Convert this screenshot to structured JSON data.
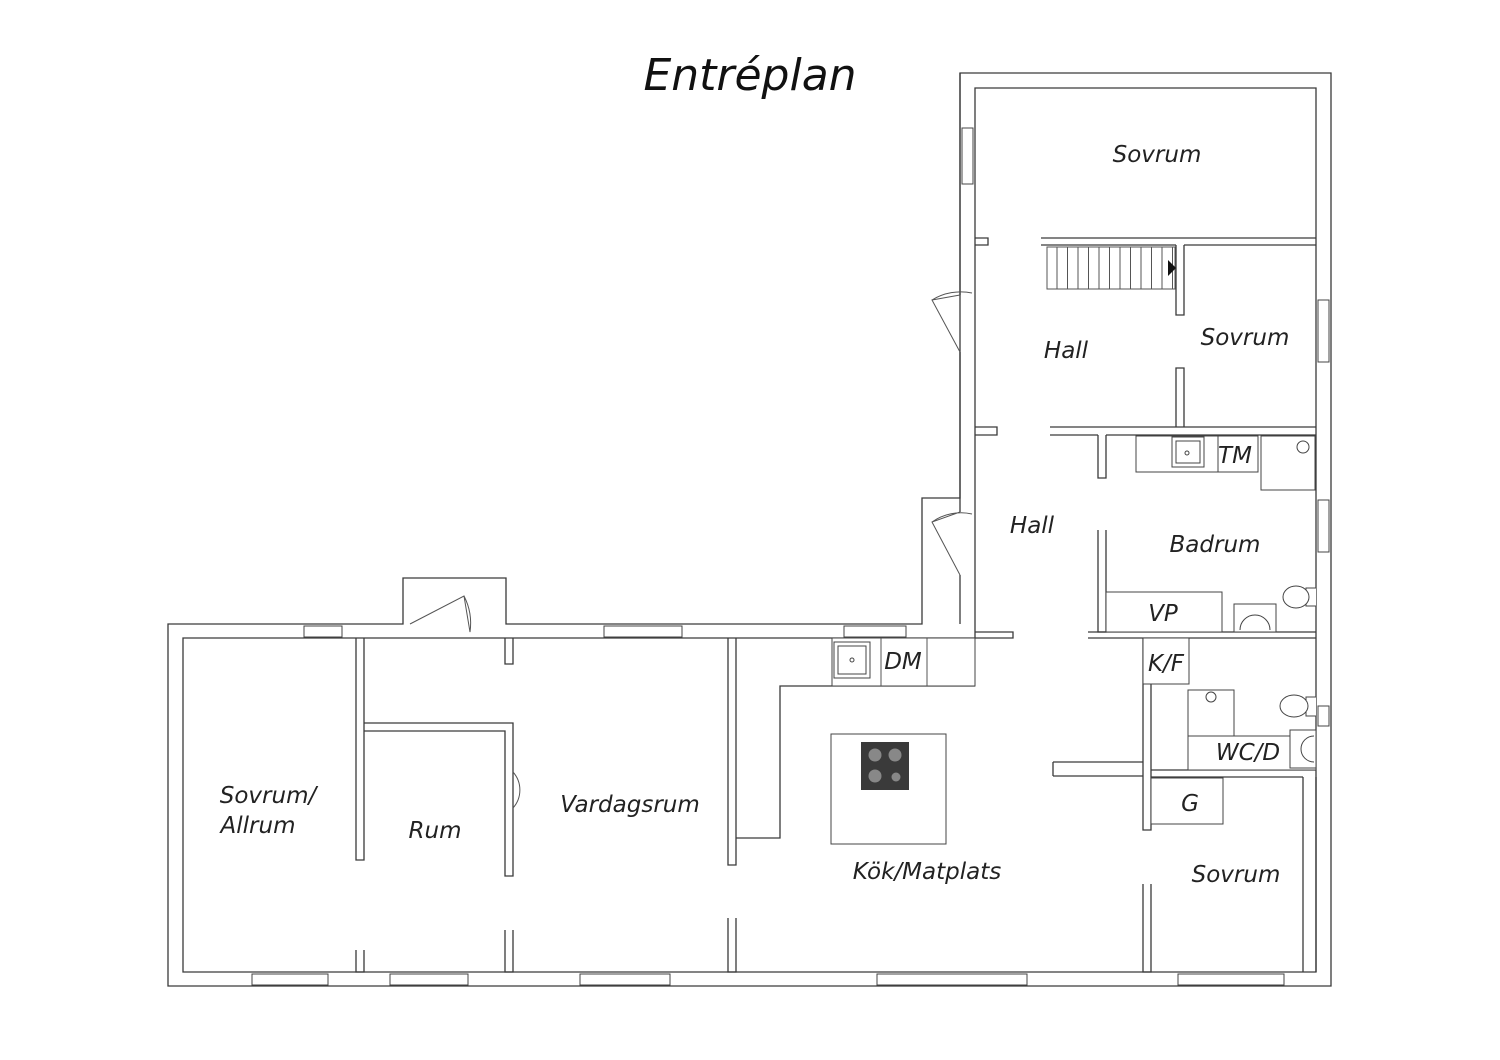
{
  "title": "Entréplan",
  "rooms": {
    "sovrum_top": "Sovrum",
    "sovrum_mid": "Sovrum",
    "hall_upper": "Hall",
    "hall_lower": "Hall",
    "tm": "TM",
    "badrum": "Badrum",
    "vp": "VP",
    "kf": "K/F",
    "wcd": "WC/D",
    "g": "G",
    "sovrum_br": "Sovrum",
    "dm": "DM",
    "kok": "Kök/Matplats",
    "vardagsrum": "Vardagsrum",
    "rum": "Rum",
    "allrum_line1": "Sovrum/",
    "allrum_line2": "Allrum"
  }
}
